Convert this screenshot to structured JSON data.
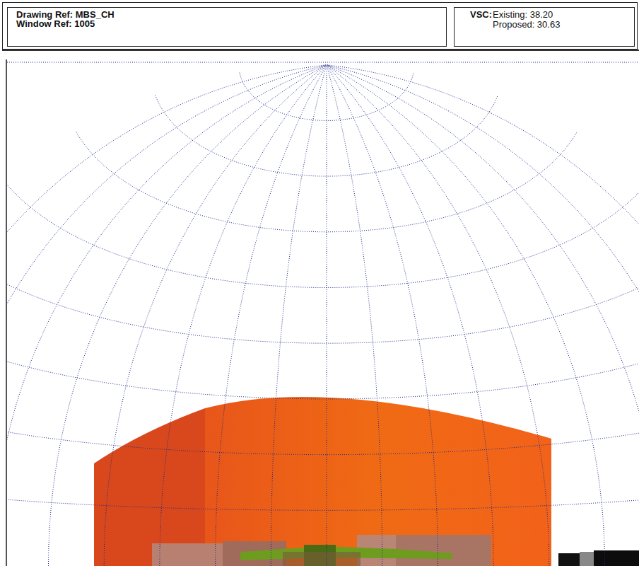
{
  "diagram": {
    "nodes": [
      {
        "text": [
          "Drawing Ref: MBS_CH",
          "Window Ref: 1005"
        ]
      },
      {
        "text": [
          "VSC:",
          "Existing: 38.20",
          "Proposed: 30.63"
        ]
      }
    ]
  }
}
